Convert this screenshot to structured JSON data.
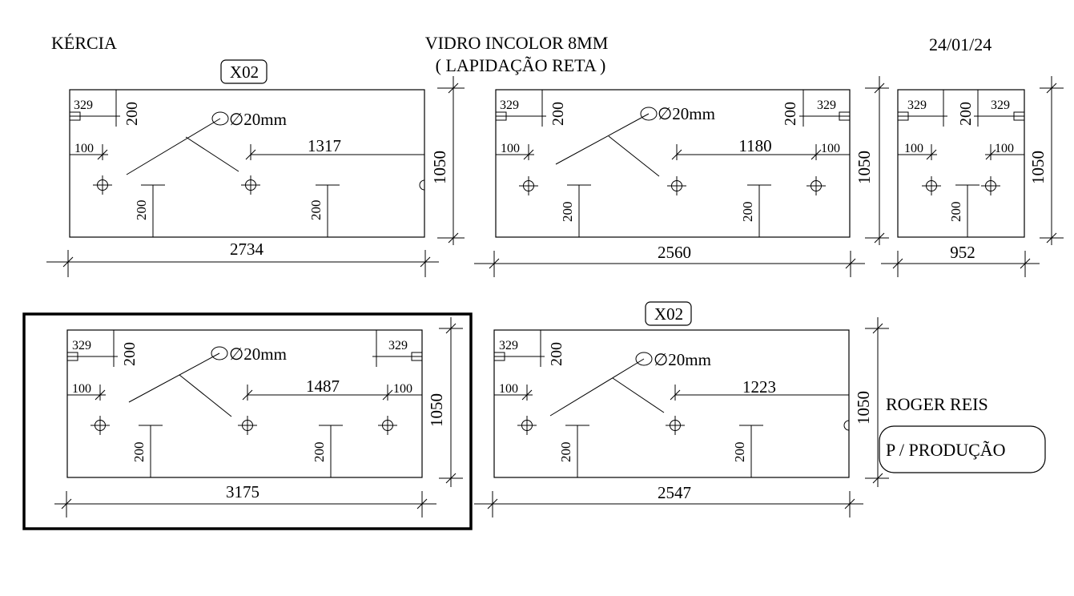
{
  "header": {
    "client": "KÉRCIA",
    "title_line1": "VIDRO INCOLOR 8MM",
    "title_line2": "(  LAPIDAÇÃO RETA  )",
    "date": "24/01/24"
  },
  "tags": {
    "x02_a": "X02",
    "x02_b": "X02"
  },
  "footer": {
    "author": "ROGER REIS",
    "stamp": "P / PRODUÇÃO"
  },
  "panels": [
    {
      "id": "p1",
      "width": "2734",
      "height": "1050",
      "hole_spacing": "1317",
      "diameter": "∅20mm",
      "labels": {
        "tl_329": "329",
        "tl_200": "200",
        "l_100": "100",
        "b1_200": "200",
        "b2_200": "200"
      }
    },
    {
      "id": "p2",
      "width": "2560",
      "height": "1050",
      "hole_spacing": "1180",
      "diameter": "∅20mm",
      "labels": {
        "tl_329": "329",
        "tl_200": "200",
        "tr_329": "329",
        "tr_200": "200",
        "l_100": "100",
        "r_100": "100",
        "b1_200": "200",
        "b2_200": "200"
      }
    },
    {
      "id": "p3",
      "width": "952",
      "height": "1050",
      "labels": {
        "tl_329": "329",
        "tl_200": "200",
        "tr_329": "329",
        "l_100": "100",
        "r_100": "100",
        "b1_200": "200"
      }
    },
    {
      "id": "p4",
      "width": "3175",
      "height": "1050",
      "hole_spacing": "1487",
      "diameter": "∅20mm",
      "labels": {
        "tl_329": "329",
        "tl_200": "200",
        "tr_329": "329",
        "l_100": "100",
        "r_100": "100",
        "b1_200": "200",
        "b2_200": "200"
      }
    },
    {
      "id": "p5",
      "width": "2547",
      "height": "1050",
      "hole_spacing": "1223",
      "diameter": "∅20mm",
      "labels": {
        "tl_329": "329",
        "tl_200": "200",
        "l_100": "100",
        "b1_200": "200",
        "b2_200": "200"
      }
    }
  ]
}
